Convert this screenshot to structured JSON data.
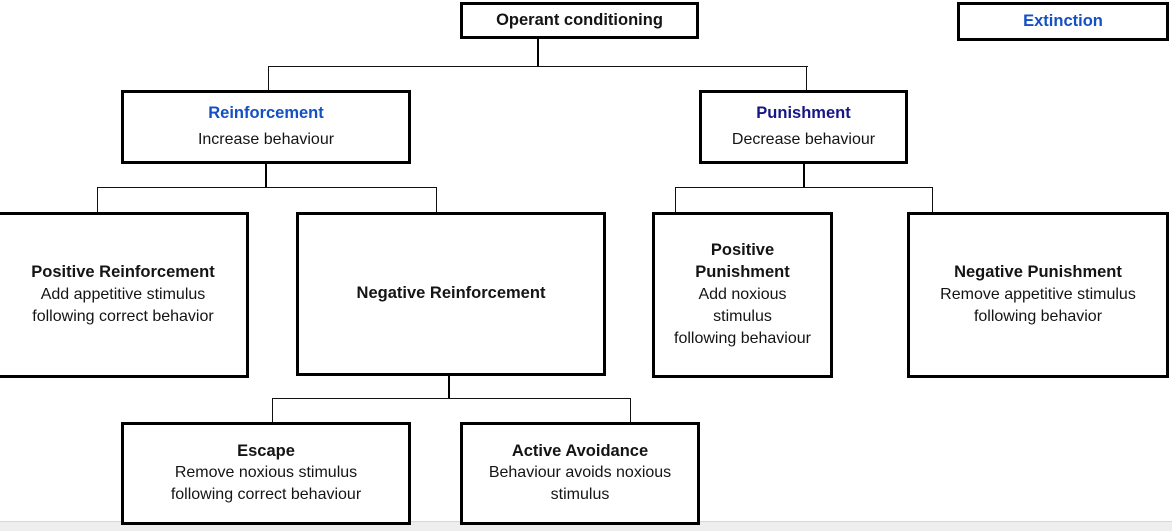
{
  "diagram": {
    "title_node": {
      "label": "Operant conditioning"
    },
    "extinction_node": {
      "label": "Extinction",
      "color": "#1250c4"
    },
    "reinforcement": {
      "title": "Reinforcement",
      "desc": "Increase behaviour",
      "color": "#1250c4"
    },
    "punishment": {
      "title": "Punishment",
      "desc": "Decrease behaviour",
      "color": "#161689"
    },
    "positive_reinforcement": {
      "title": "Positive Reinforcement",
      "desc_line1": "Add appetitive stimulus",
      "desc_line2": "following correct behavior"
    },
    "negative_reinforcement": {
      "title": "Negative Reinforcement"
    },
    "positive_punishment": {
      "title_line1": "Positive",
      "title_line2": "Punishment",
      "desc_line1": "Add noxious",
      "desc_line2": "stimulus",
      "desc_line3": "following behaviour"
    },
    "negative_punishment": {
      "title": "Negative Punishment",
      "desc_line1": "Remove appetitive stimulus",
      "desc_line2": "following behavior"
    },
    "escape": {
      "title": "Escape",
      "desc_line1": "Remove noxious stimulus",
      "desc_line2": "following correct behaviour"
    },
    "active_avoidance": {
      "title": "Active Avoidance",
      "desc_line1": "Behaviour avoids noxious",
      "desc_line2": "stimulus"
    }
  }
}
